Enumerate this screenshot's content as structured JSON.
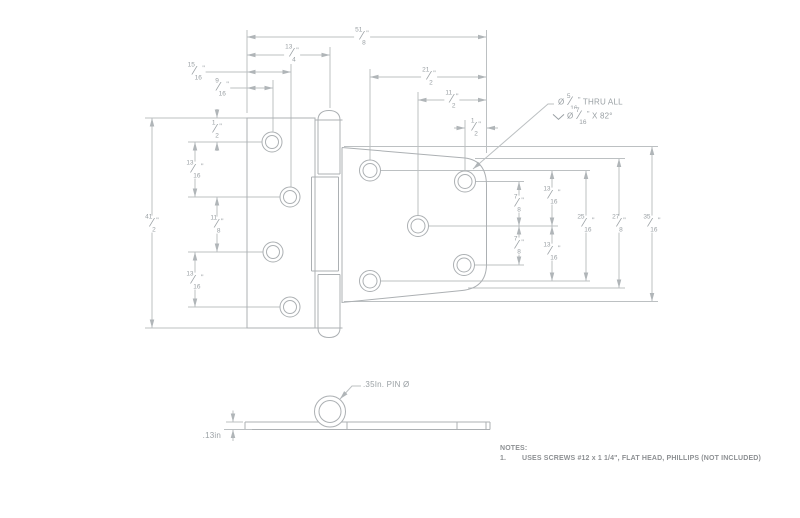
{
  "colors": {
    "dimension_line": "#bcc0c2",
    "object_line": "#acb0b3",
    "dimension_text": "#9aa0a4",
    "notes_text": "#8d9093"
  },
  "top_view": {
    "dims_horizontal": {
      "overall_width": "5 1/8\"",
      "pin_center": "1 3/4\"",
      "plate_hole_col_outer": "15/16\"",
      "plate_hole_col_inner": "9/16\"",
      "strap_hole_col_left": "2 1/2\"",
      "strap_hole_col_mid": "1 1/2\"",
      "strap_hole_col_right": "1/2\""
    },
    "dims_vertical_left": {
      "plate_height": "4 1/2\"",
      "top_edge_to_hole": "1/2\"",
      "hole_spacing_1": "1 3/16\"",
      "hole_spacing_2": "1 1/8\"",
      "hole_spacing_3": "1 3/16\""
    },
    "dims_vertical_right": {
      "center_to_upper_hole": "7/8\"",
      "center_to_lower_hole": "7/8\"",
      "upper_hole_spacing": "1 3/16\"",
      "lower_hole_spacing": "1 3/16\"",
      "hole_group_span": "2 5/16\"",
      "strap_edge_height": "2 7/8\"",
      "strap_overall_height": "3 5/16\""
    },
    "hole_callout": {
      "line1": "Ø 5/16\" THRU ALL",
      "line2": "Ø 7/16\" X 82°"
    }
  },
  "side_view": {
    "pin_diameter_label": ".35In. PIN Ø",
    "thickness_label": ".13in"
  },
  "notes": {
    "header": "NOTES:",
    "items": [
      {
        "num": "1.",
        "text": "USES SCREWS #12 x 1 1/4\", FLAT HEAD, PHILLIPS (NOT INCLUDED)"
      }
    ]
  }
}
